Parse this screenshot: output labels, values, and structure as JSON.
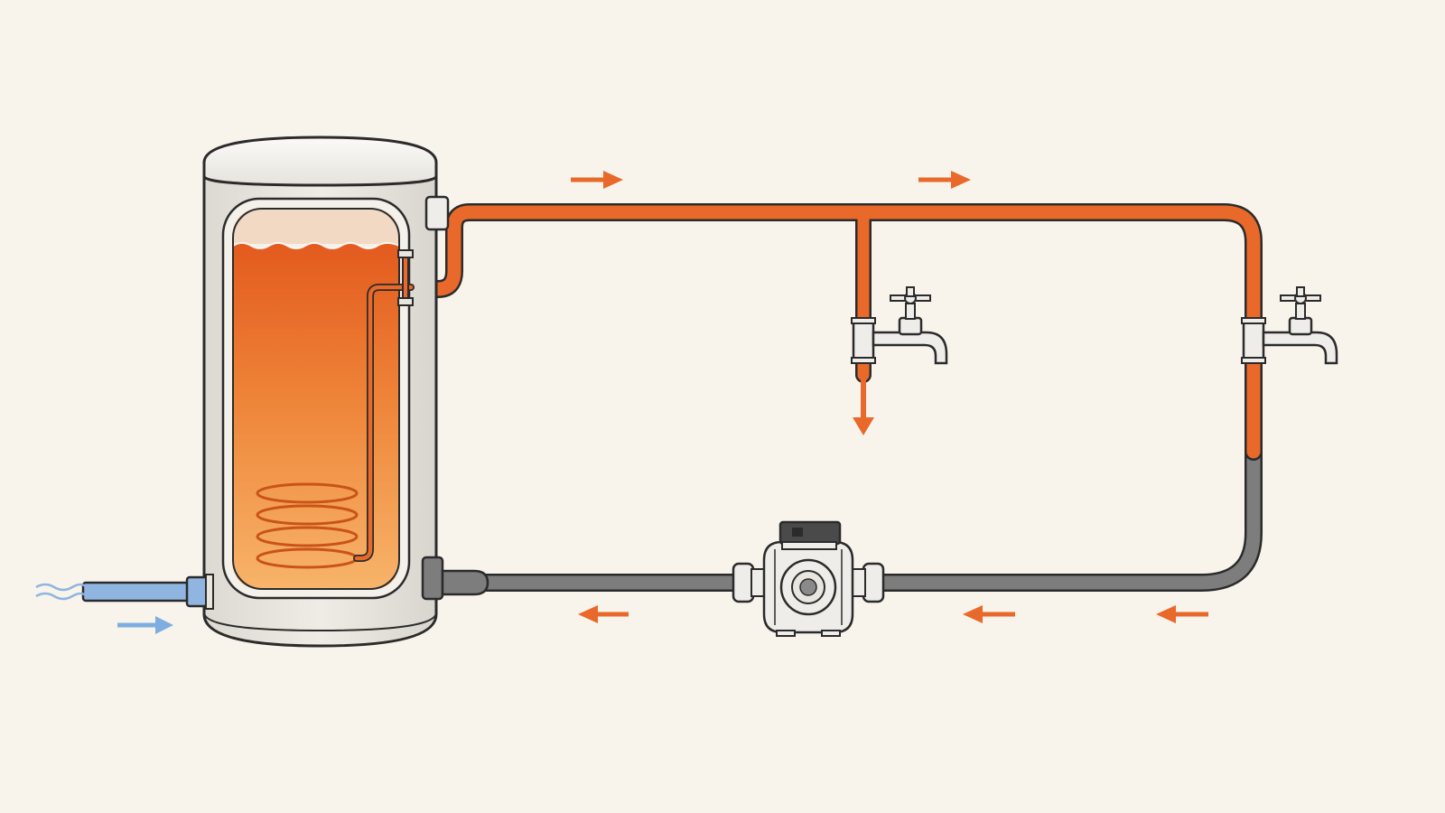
{
  "diagram": {
    "kind": "hot-water-recirculation-loop",
    "text_labels": []
  },
  "colors": {
    "background": "#f8f4ec",
    "outline": "#2b2b2b",
    "hot_pipe": "#e8692a",
    "hot_pipe_dark": "#c95318",
    "return_pipe": "#7d7d7d",
    "return_pipe_dark": "#5c5c5c",
    "cold_pipe": "#8fb5e0",
    "cold_arrow": "#7eaee0",
    "flow_arrow": "#e8692a",
    "tank_shell": "#e9e6df",
    "water_hot": "#e35a1e",
    "water_warm": "#f5a75a",
    "fixture": "#efedea"
  },
  "components": {
    "tank": {
      "name": "storage-tank",
      "icon": "tank-icon"
    },
    "heating_coil": {
      "name": "heating-coil",
      "icon": "coil-icon",
      "turns": 4
    },
    "pump": {
      "name": "circulation-pump",
      "icon": "pump-icon"
    },
    "faucets": [
      {
        "name": "faucet-1",
        "icon": "faucet-icon",
        "state": "open"
      },
      {
        "name": "faucet-2",
        "icon": "faucet-icon",
        "state": "closed"
      }
    ]
  },
  "flow": {
    "supply_direction": "right",
    "return_direction": "left",
    "cold_inlet_direction": "right",
    "draw_off_direction": "down"
  }
}
